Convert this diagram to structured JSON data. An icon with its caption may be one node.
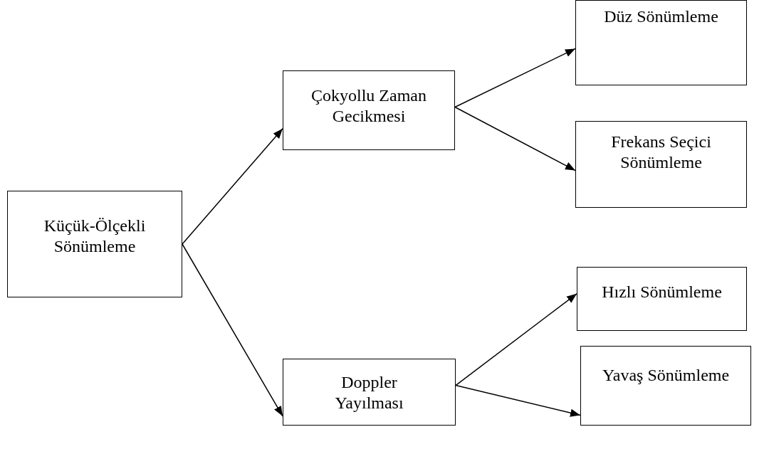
{
  "diagram": {
    "nodes": [
      {
        "text": [
          "Küçük-Ölçekli Sönümleme"
        ]
      },
      {
        "text": [
          "Çokyollu Zaman Gecikmesi"
        ]
      },
      {
        "text": [
          "Doppler Yayılması"
        ]
      },
      {
        "text": [
          "Düz Sönümleme"
        ]
      },
      {
        "text": [
          "Frekans Seçici Sönümleme"
        ]
      },
      {
        "text": [
          "Hızlı Sönümleme"
        ]
      },
      {
        "text": [
          "Yavaş Sönümleme"
        ]
      }
    ],
    "edges": [
      {
        "from": 0,
        "to": 1,
        "arrow": "to"
      },
      {
        "from": 0,
        "to": 2,
        "arrow": "to"
      },
      {
        "from": 1,
        "to": 3,
        "arrow": "to"
      },
      {
        "from": 1,
        "to": 4,
        "arrow": "to"
      },
      {
        "from": 2,
        "to": 5,
        "arrow": "to"
      },
      {
        "from": 2,
        "to": 6,
        "arrow": "to"
      }
    ]
  }
}
